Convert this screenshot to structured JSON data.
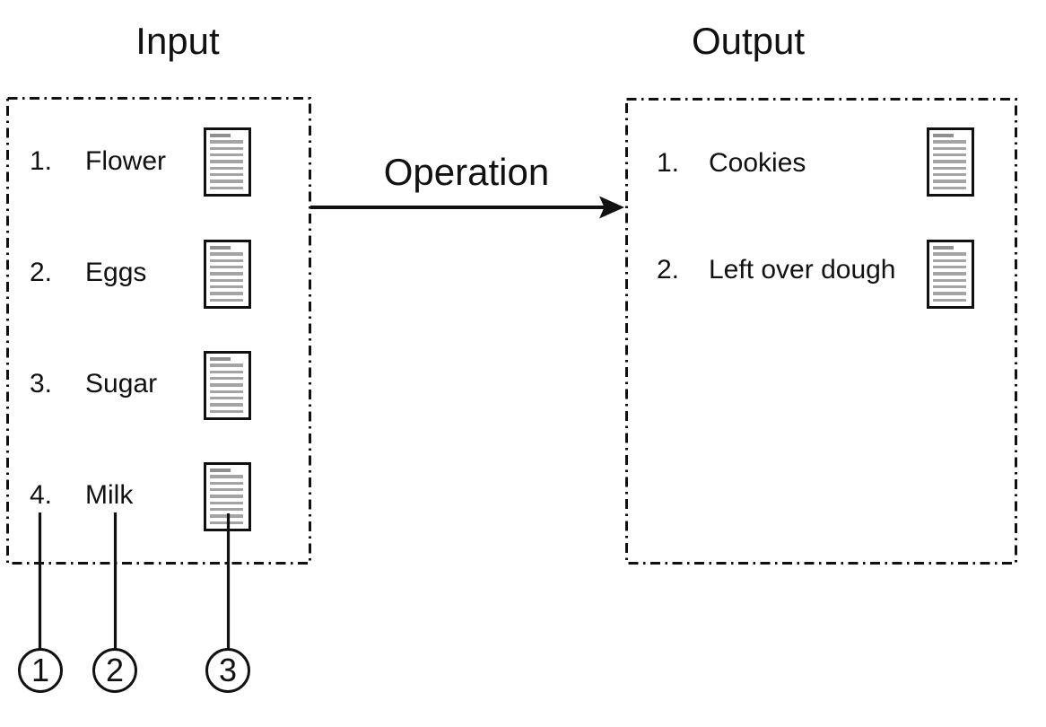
{
  "diagram": {
    "input_section": {
      "title": "Input",
      "items": [
        {
          "number": "1.",
          "label": "Flower",
          "icon": "document-icon"
        },
        {
          "number": "2.",
          "label": "Eggs",
          "icon": "document-icon"
        },
        {
          "number": "3.",
          "label": "Sugar",
          "icon": "document-icon"
        },
        {
          "number": "4.",
          "label": "Milk",
          "icon": "document-icon"
        }
      ]
    },
    "output_section": {
      "title": "Output",
      "items": [
        {
          "number": "1.",
          "label": "Cookies",
          "icon": "document-icon"
        },
        {
          "number": "2.",
          "label": "Left over dough",
          "icon": "document-icon"
        }
      ]
    },
    "arrow": {
      "label": "Operation",
      "direction": "left-to-right"
    },
    "callouts": [
      {
        "number": "1"
      },
      {
        "number": "2"
      },
      {
        "number": "3"
      }
    ],
    "colors": {
      "line": "#111111",
      "background": "#ffffff",
      "doc_line": "#a4a4a4",
      "doc_heading_line": "#8f8f8f"
    }
  }
}
